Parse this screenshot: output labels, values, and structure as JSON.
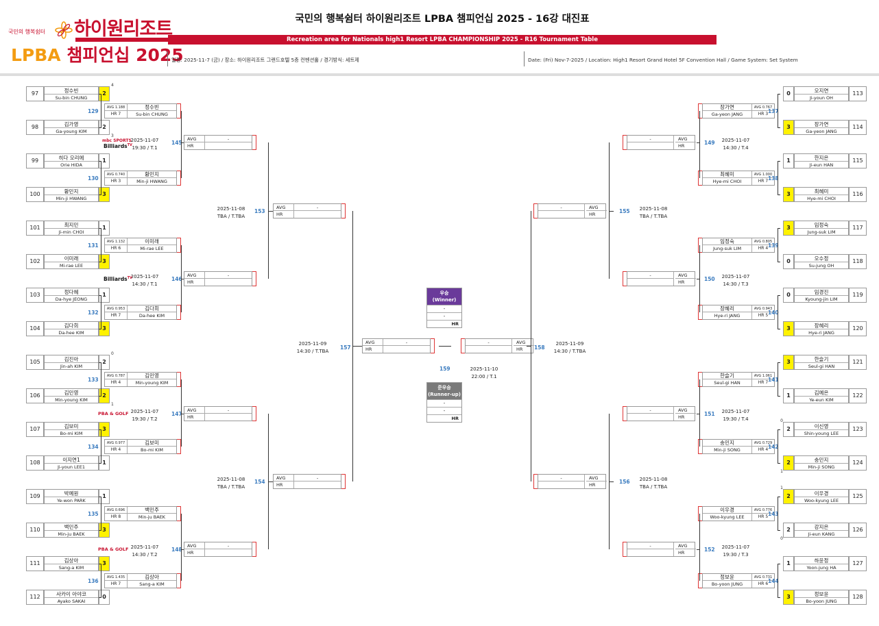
{
  "header": {
    "brand_small": "국민의 행복쉼터",
    "brand_name": "하이원리조트",
    "lpba_logo": "LPBA",
    "lpba_logo_rest": "챔피언십 2025",
    "title_kr": "국민의 행복쉼터 하이원리조트 LPBA 챔피언십 2025 - 16강 대진표",
    "title_en": "Recreation area for Nationals high1 Resort LPBA CHAMPIONSHIP 2025 - R16 Tournament Table",
    "info_kr": "일정: 2025-11-7 (금) / 장소: 하이원리조트 그랜드호텔 5층 컨벤션홀 / 경기방식: 세트제",
    "info_en": "Date: (Fri) Nov-7-2025 / Location: High1 Resort Grand Hotel 5F Convention Hall / Game System: Set System"
  },
  "labels": {
    "avg": "AVG",
    "hr": "HR",
    "dash": "-"
  },
  "logos": {
    "billiards_tv": "Billiards",
    "tv_sup": "TV",
    "mbc": "mbc SPORTS",
    "pba_golf": "PBA & GOLF"
  },
  "players": [
    {
      "seed": "97",
      "kr": "정수빈",
      "en": "Su-bin CHUNG",
      "score": "2",
      "tb": "4"
    },
    {
      "seed": "98",
      "kr": "김가영",
      "en": "Ga-young KIM",
      "score": "2",
      "tb": "3"
    },
    {
      "seed": "99",
      "kr": "히다 오리에",
      "en": "Orie HIDA",
      "score": "1",
      "tb": ""
    },
    {
      "seed": "100",
      "kr": "황민지",
      "en": "Min-ji HWANG",
      "score": "3",
      "tb": ""
    },
    {
      "seed": "101",
      "kr": "최지민",
      "en": "Ji-min CHOI",
      "score": "1",
      "tb": ""
    },
    {
      "seed": "102",
      "kr": "이미래",
      "en": "Mi-rae LEE",
      "score": "3",
      "tb": ""
    },
    {
      "seed": "103",
      "kr": "정다혜",
      "en": "Da-hye JEONG",
      "score": "1",
      "tb": ""
    },
    {
      "seed": "104",
      "kr": "김다희",
      "en": "Da-hee KIM",
      "score": "3",
      "tb": ""
    },
    {
      "seed": "105",
      "kr": "김진아",
      "en": "Jin-ah KIM",
      "score": "2",
      "tb": "0"
    },
    {
      "seed": "106",
      "kr": "김민영",
      "en": "Min-young KIM",
      "score": "2",
      "tb": "1"
    },
    {
      "seed": "107",
      "kr": "김보미",
      "en": "Bo-mi KIM",
      "score": "3",
      "tb": ""
    },
    {
      "seed": "108",
      "kr": "이지연1",
      "en": "Ji-youn LEE1",
      "score": "1",
      "tb": ""
    },
    {
      "seed": "109",
      "kr": "박예원",
      "en": "Ye-won PARK",
      "score": "1",
      "tb": ""
    },
    {
      "seed": "110",
      "kr": "백민주",
      "en": "Min-ju BAEK",
      "score": "3",
      "tb": ""
    },
    {
      "seed": "111",
      "kr": "김상아",
      "en": "Sang-a KIM",
      "score": "3",
      "tb": ""
    },
    {
      "seed": "112",
      "kr": "사카이 아야코",
      "en": "Ayako SAKAI",
      "score": "0",
      "tb": ""
    },
    {
      "seed": "113",
      "kr": "오지연",
      "en": "Ji-youn OH",
      "score": "0",
      "tb": ""
    },
    {
      "seed": "114",
      "kr": "장가연",
      "en": "Ga-yeon JANG",
      "score": "3",
      "tb": ""
    },
    {
      "seed": "115",
      "kr": "한지은",
      "en": "Ji-eun HAN",
      "score": "1",
      "tb": ""
    },
    {
      "seed": "116",
      "kr": "최혜미",
      "en": "Hye-mi CHOI",
      "score": "3",
      "tb": ""
    },
    {
      "seed": "117",
      "kr": "임정숙",
      "en": "Jung-suk LIM",
      "score": "3",
      "tb": ""
    },
    {
      "seed": "118",
      "kr": "오수정",
      "en": "Su-jung OH",
      "score": "0",
      "tb": ""
    },
    {
      "seed": "119",
      "kr": "임경진",
      "en": "Kyoung-jin LIM",
      "score": "0",
      "tb": ""
    },
    {
      "seed": "120",
      "kr": "장혜리",
      "en": "Hye-ri JANG",
      "score": "3",
      "tb": ""
    },
    {
      "seed": "121",
      "kr": "한슬기",
      "en": "Seul-gi HAN",
      "score": "3",
      "tb": ""
    },
    {
      "seed": "122",
      "kr": "김예은",
      "en": "Ye-eun KIM",
      "score": "1",
      "tb": ""
    },
    {
      "seed": "123",
      "kr": "이신영",
      "en": "Shin-young LEE",
      "score": "2",
      "tb": "0"
    },
    {
      "seed": "124",
      "kr": "송민지",
      "en": "Min-ji SONG",
      "score": "2",
      "tb": "1"
    },
    {
      "seed": "125",
      "kr": "이우경",
      "en": "Woo-kyung LEE",
      "score": "2",
      "tb": "1"
    },
    {
      "seed": "126",
      "kr": "강지은",
      "en": "Ji-eun KANG",
      "score": "2",
      "tb": "0"
    },
    {
      "seed": "127",
      "kr": "하윤정",
      "en": "Yoon-jung HA",
      "score": "1",
      "tb": ""
    },
    {
      "seed": "128",
      "kr": "정보윤",
      "en": "Bo-yoon JUNG",
      "score": "3",
      "tb": ""
    }
  ],
  "r16_results": [
    {
      "match": "129",
      "avg": "AVG 1.188",
      "hr": "HR 7",
      "kr": "정수빈",
      "en": "Su-bin CHUNG"
    },
    {
      "match": "130",
      "avg": "AVG 0.740",
      "hr": "HR 3",
      "kr": "황민지",
      "en": "Min-ji HWANG"
    },
    {
      "match": "131",
      "avg": "AVG 1.132",
      "hr": "HR 6",
      "kr": "이미래",
      "en": "Mi-rae LEE"
    },
    {
      "match": "132",
      "avg": "AVG 0.953",
      "hr": "HR 7",
      "kr": "김다희",
      "en": "Da-hee KIM"
    },
    {
      "match": "133",
      "avg": "AVG 0.787",
      "hr": "HR 4",
      "kr": "김민영",
      "en": "Min-young KIM"
    },
    {
      "match": "134",
      "avg": "AVG 0.977",
      "hr": "HR 4",
      "kr": "김보미",
      "en": "Bo-mi KIM"
    },
    {
      "match": "135",
      "avg": "AVG 0.696",
      "hr": "HR 8",
      "kr": "백민주",
      "en": "Min-ju BAEK"
    },
    {
      "match": "136",
      "avg": "AVG 1.435",
      "hr": "HR 7",
      "kr": "김상아",
      "en": "Sang-a KIM"
    },
    {
      "match": "137",
      "avg": "AVG 0.767",
      "hr": "HR 3",
      "kr": "장가연",
      "en": "Ga-yeon JANG"
    },
    {
      "match": "138",
      "avg": "AVG 1.000",
      "hr": "HR 7",
      "kr": "최혜미",
      "en": "Hye-mi CHOI"
    },
    {
      "match": "139",
      "avg": "AVG 0.805",
      "hr": "HR 4",
      "kr": "임정숙",
      "en": "Jung-suk LIM"
    },
    {
      "match": "140",
      "avg": "AVG 0.943",
      "hr": "HR 5",
      "kr": "장혜리",
      "en": "Hye-ri JANG"
    },
    {
      "match": "141",
      "avg": "AVG 1.061",
      "hr": "HR 7",
      "kr": "한슬기",
      "en": "Seul-gi HAN"
    },
    {
      "match": "142",
      "avg": "AVG 0.729",
      "hr": "HR 4",
      "kr": "송민지",
      "en": "Min-ji SONG"
    },
    {
      "match": "143",
      "avg": "AVG 0.776",
      "hr": "HR 5",
      "kr": "이우경",
      "en": "Woo-kyung LEE"
    },
    {
      "match": "144",
      "avg": "AVG 0.731",
      "hr": "HR 6",
      "kr": "정보윤",
      "en": "Bo-yoon JUNG"
    }
  ],
  "qf": [
    {
      "match": "145",
      "date": "2025-11-07",
      "time": "19:30 / T.1"
    },
    {
      "match": "146",
      "date": "2025-11-07",
      "time": "14:30 / T.1"
    },
    {
      "match": "147",
      "date": "2025-11-07",
      "time": "19:30 / T.2"
    },
    {
      "match": "148",
      "date": "2025-11-07",
      "time": "14:30 / T.2"
    },
    {
      "match": "149",
      "date": "2025-11-07",
      "time": "14:30 / T.4"
    },
    {
      "match": "150",
      "date": "2025-11-07",
      "time": "14:30 / T.3"
    },
    {
      "match": "151",
      "date": "2025-11-07",
      "time": "19:30 / T.4"
    },
    {
      "match": "152",
      "date": "2025-11-07",
      "time": "19:30 / T.3"
    }
  ],
  "sf": [
    {
      "match": "153",
      "date": "2025-11-08",
      "time": "TBA / T.TBA"
    },
    {
      "match": "154",
      "date": "2025-11-08",
      "time": "TBA / T.TBA"
    },
    {
      "match": "155",
      "date": "2025-11-08",
      "time": "TBA / T.TBA"
    },
    {
      "match": "156",
      "date": "2025-11-08",
      "time": "TBA / T.TBA"
    }
  ],
  "f": [
    {
      "match": "157",
      "date": "2025-11-09",
      "time": "14:30 / T.TBA"
    },
    {
      "match": "158",
      "date": "2025-11-09",
      "time": "14:30 / T.TBA"
    }
  ],
  "final": {
    "match": "159",
    "date": "2025-11-10",
    "time": "22:00 / T.1",
    "winner_kr": "우승",
    "winner_en": "(Winner)",
    "runner_kr": "준우승",
    "runner_en": "(Runner-up)",
    "hr": "HR",
    "dash": "-",
    "winner_color": "#6a3a9a",
    "runner_color": "#7a7a7a"
  },
  "colors": {
    "brand_red": "#c8102e",
    "lpba_orange": "#f39c12",
    "winner_yellow": "#fff200",
    "match_blue": "#3a7bbf"
  }
}
